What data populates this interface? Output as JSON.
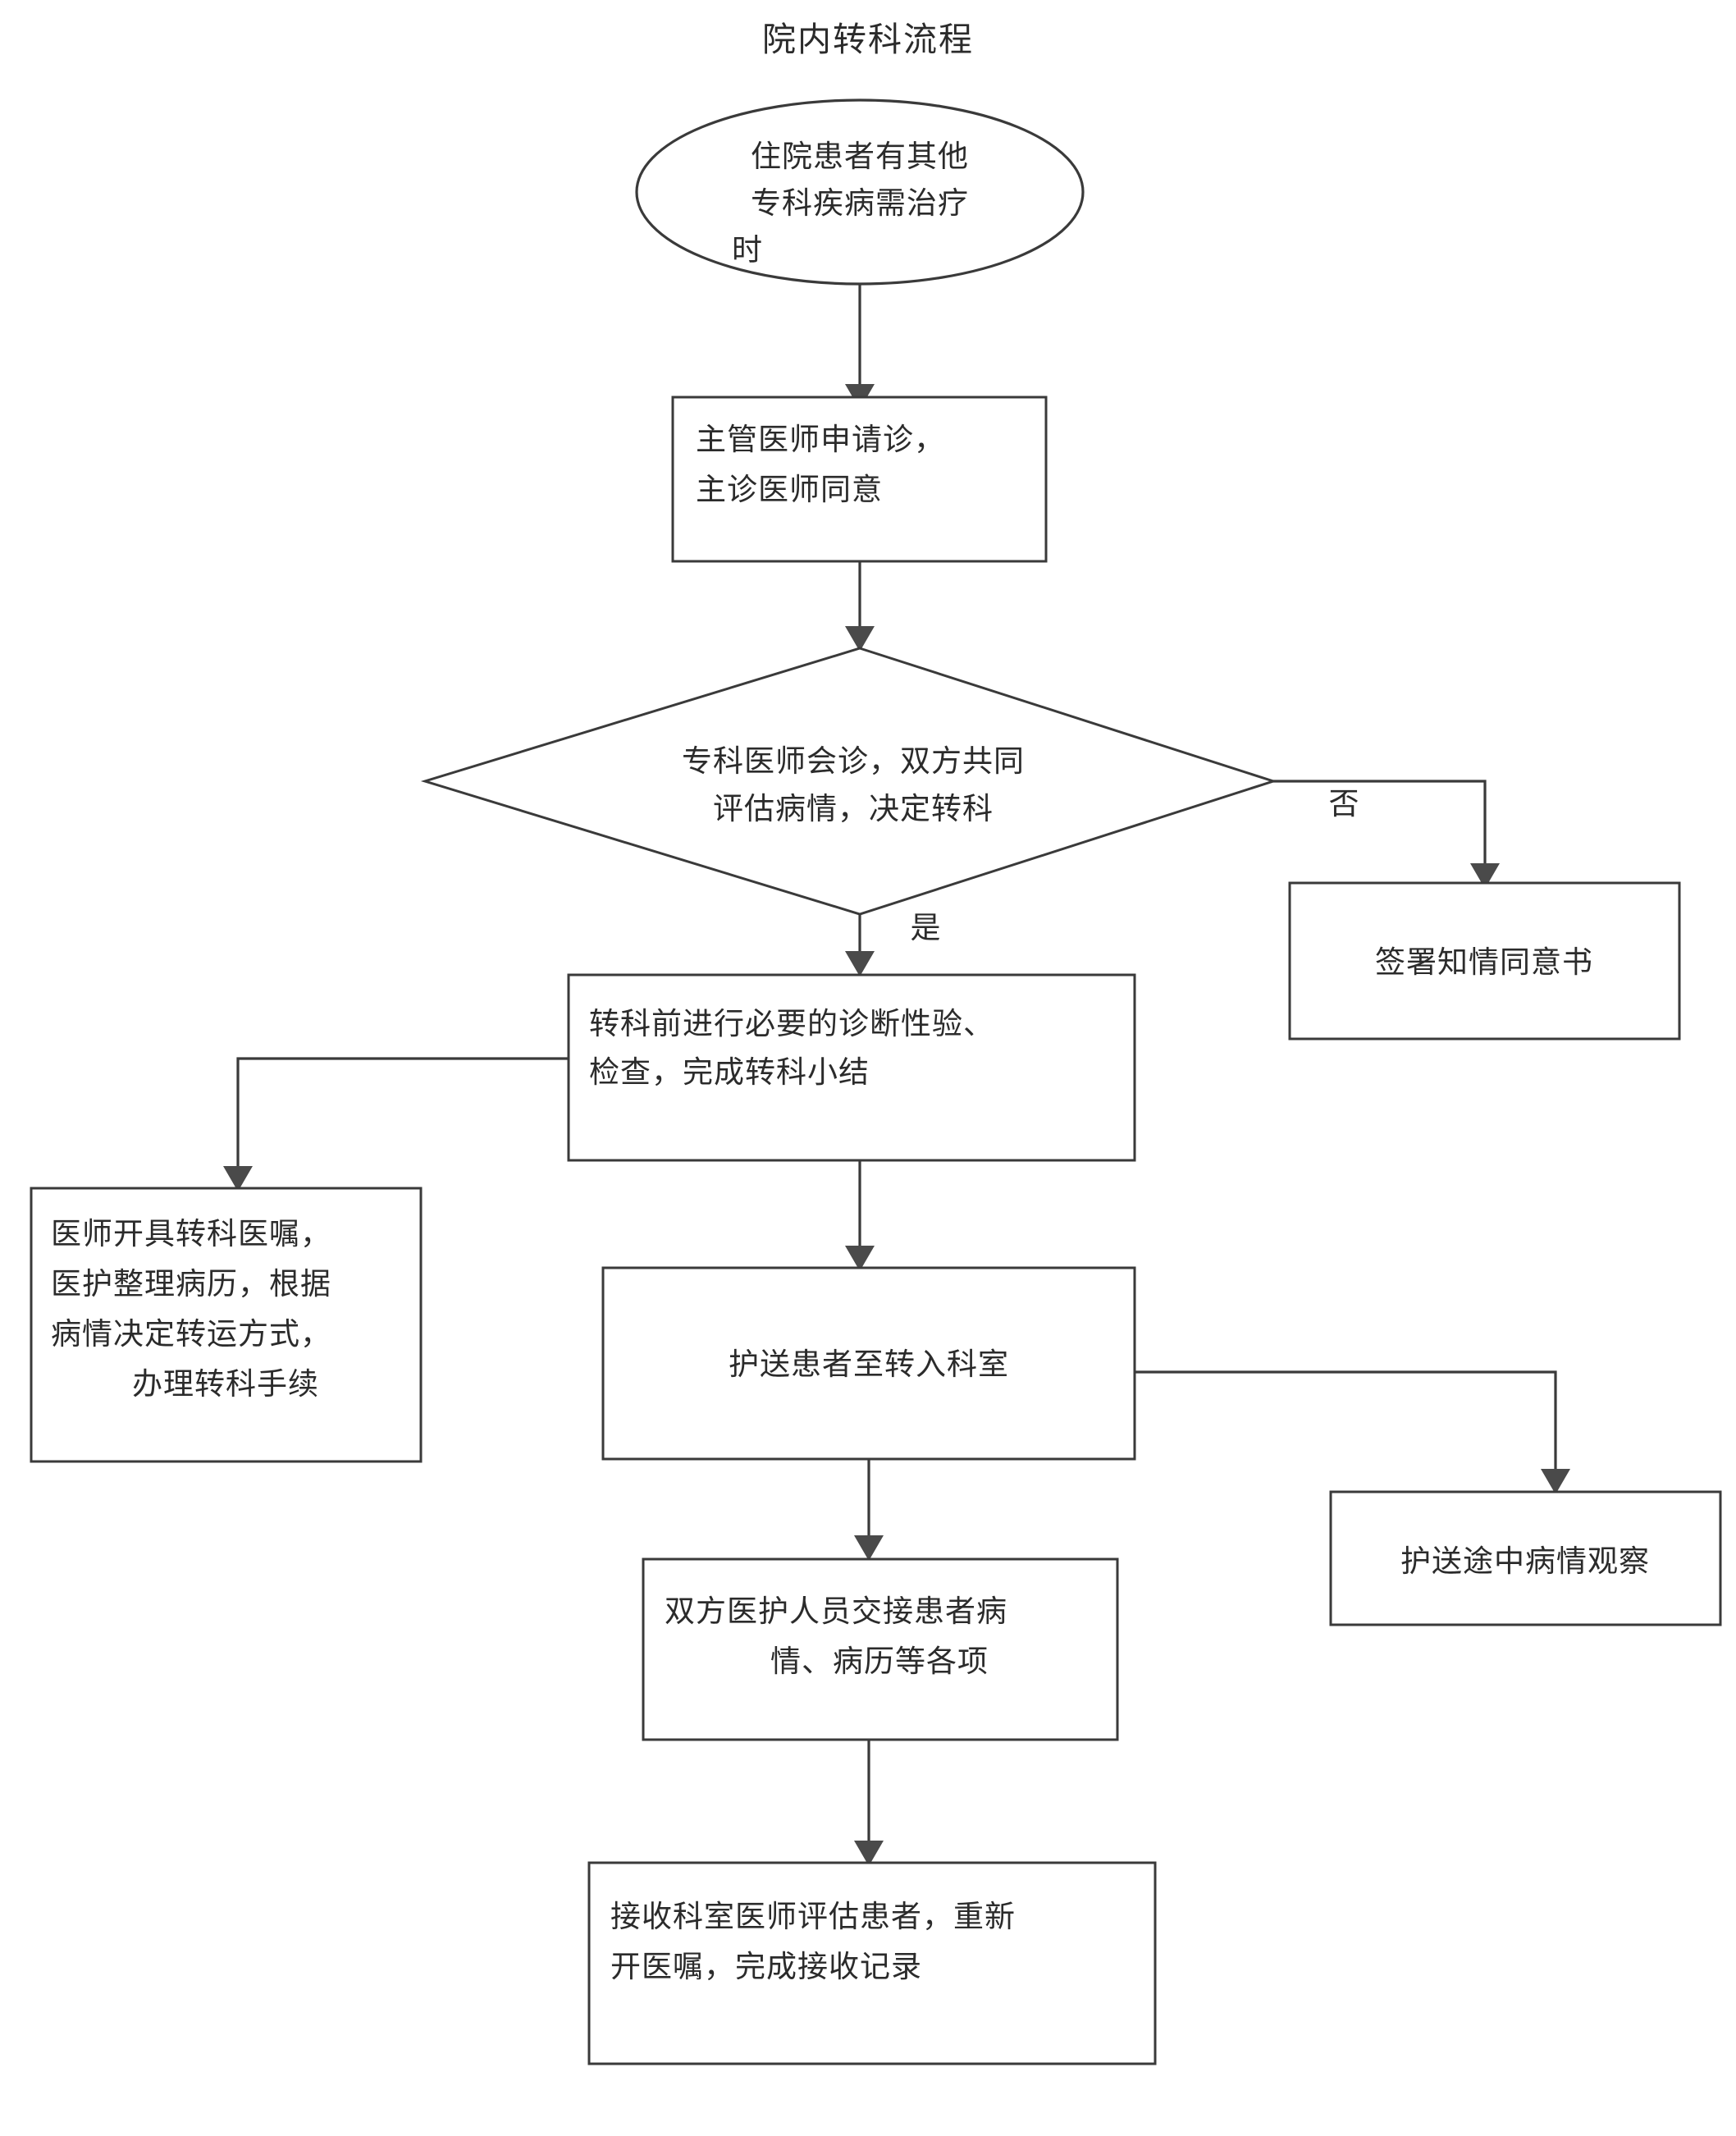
{
  "title": "院内转科流程",
  "branch_labels": {
    "yes": "是",
    "no": "否"
  },
  "colors": {
    "background": "#ffffff",
    "stroke": "#3a3a3a",
    "text": "#2b2b2b",
    "arrow_fill": "#4a4a4a"
  },
  "nodes": {
    "start": {
      "shape": "ellipse",
      "lines": [
        "住院患者有其他",
        "专科疾病需治疗",
        "时"
      ]
    },
    "apply": {
      "shape": "rect",
      "lines": [
        "主管医师申请诊，",
        "主诊医师同意"
      ]
    },
    "decision": {
      "shape": "diamond",
      "lines": [
        "专科医师会诊，双方共同",
        "评估病情，决定转科"
      ]
    },
    "consent": {
      "shape": "rect",
      "lines": [
        "签署知情同意书"
      ]
    },
    "pre_transfer": {
      "shape": "rect",
      "lines": [
        "转科前进行必要的诊断性验、",
        "检查，完成转科小结"
      ]
    },
    "orders": {
      "shape": "rect",
      "lines": [
        "医师开具转科医嘱，",
        "医护整理病历，根据",
        "病情决定转运方式，",
        "办理转科手续"
      ]
    },
    "escort": {
      "shape": "rect",
      "lines": [
        "护送患者至转入科室"
      ]
    },
    "observe": {
      "shape": "rect",
      "lines": [
        "护送途中病情观察"
      ]
    },
    "handover": {
      "shape": "rect",
      "lines": [
        "双方医护人员交接患者病",
        "情、病历等各项"
      ]
    },
    "receive": {
      "shape": "rect",
      "lines": [
        "接收科室医师评估患者，重新",
        "开医嘱，完成接收记录"
      ]
    }
  }
}
